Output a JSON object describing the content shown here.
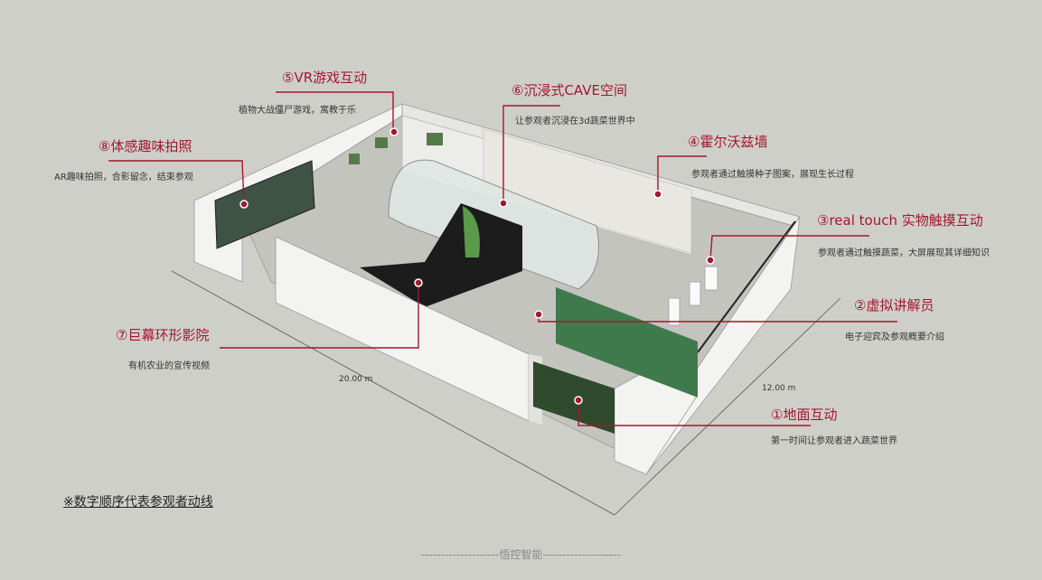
{
  "callouts": [
    {
      "title": "①地面互动",
      "desc": "第一时间让参观者进入蔬菜世界"
    },
    {
      "title": "②虚拟讲解员",
      "desc": "电子迎宾及参观概要介绍"
    },
    {
      "title": "③real touch 实物触摸互动",
      "desc": "参观者通过触摸蔬菜，大屏展现其详细知识"
    },
    {
      "title": "④霍尔沃兹墙",
      "desc": "参观者通过触摸种子图案，展现生长过程"
    },
    {
      "title": "⑤VR游戏互动",
      "desc": "植物大战僵尸游戏，寓教于乐"
    },
    {
      "title": "⑥沉浸式CAVE空间",
      "desc": "让参观者沉浸在3d蔬菜世界中"
    },
    {
      "title": "⑦巨幕环形影院",
      "desc": "有机农业的宣传视频"
    },
    {
      "title": "⑧体感趣味拍照",
      "desc": "AR趣味拍照，合影留念，结束参观"
    }
  ],
  "dimensions": {
    "length": "20.00 m",
    "width": "12.00 m"
  },
  "note": "※数字顺序代表参观者动线",
  "footer": "--------------------悟控智能--------------------",
  "colors": {
    "accent": "#a3172e",
    "background": "#cfcfca",
    "wall": "#f3f3f1",
    "floor": "#c4c4bf"
  }
}
